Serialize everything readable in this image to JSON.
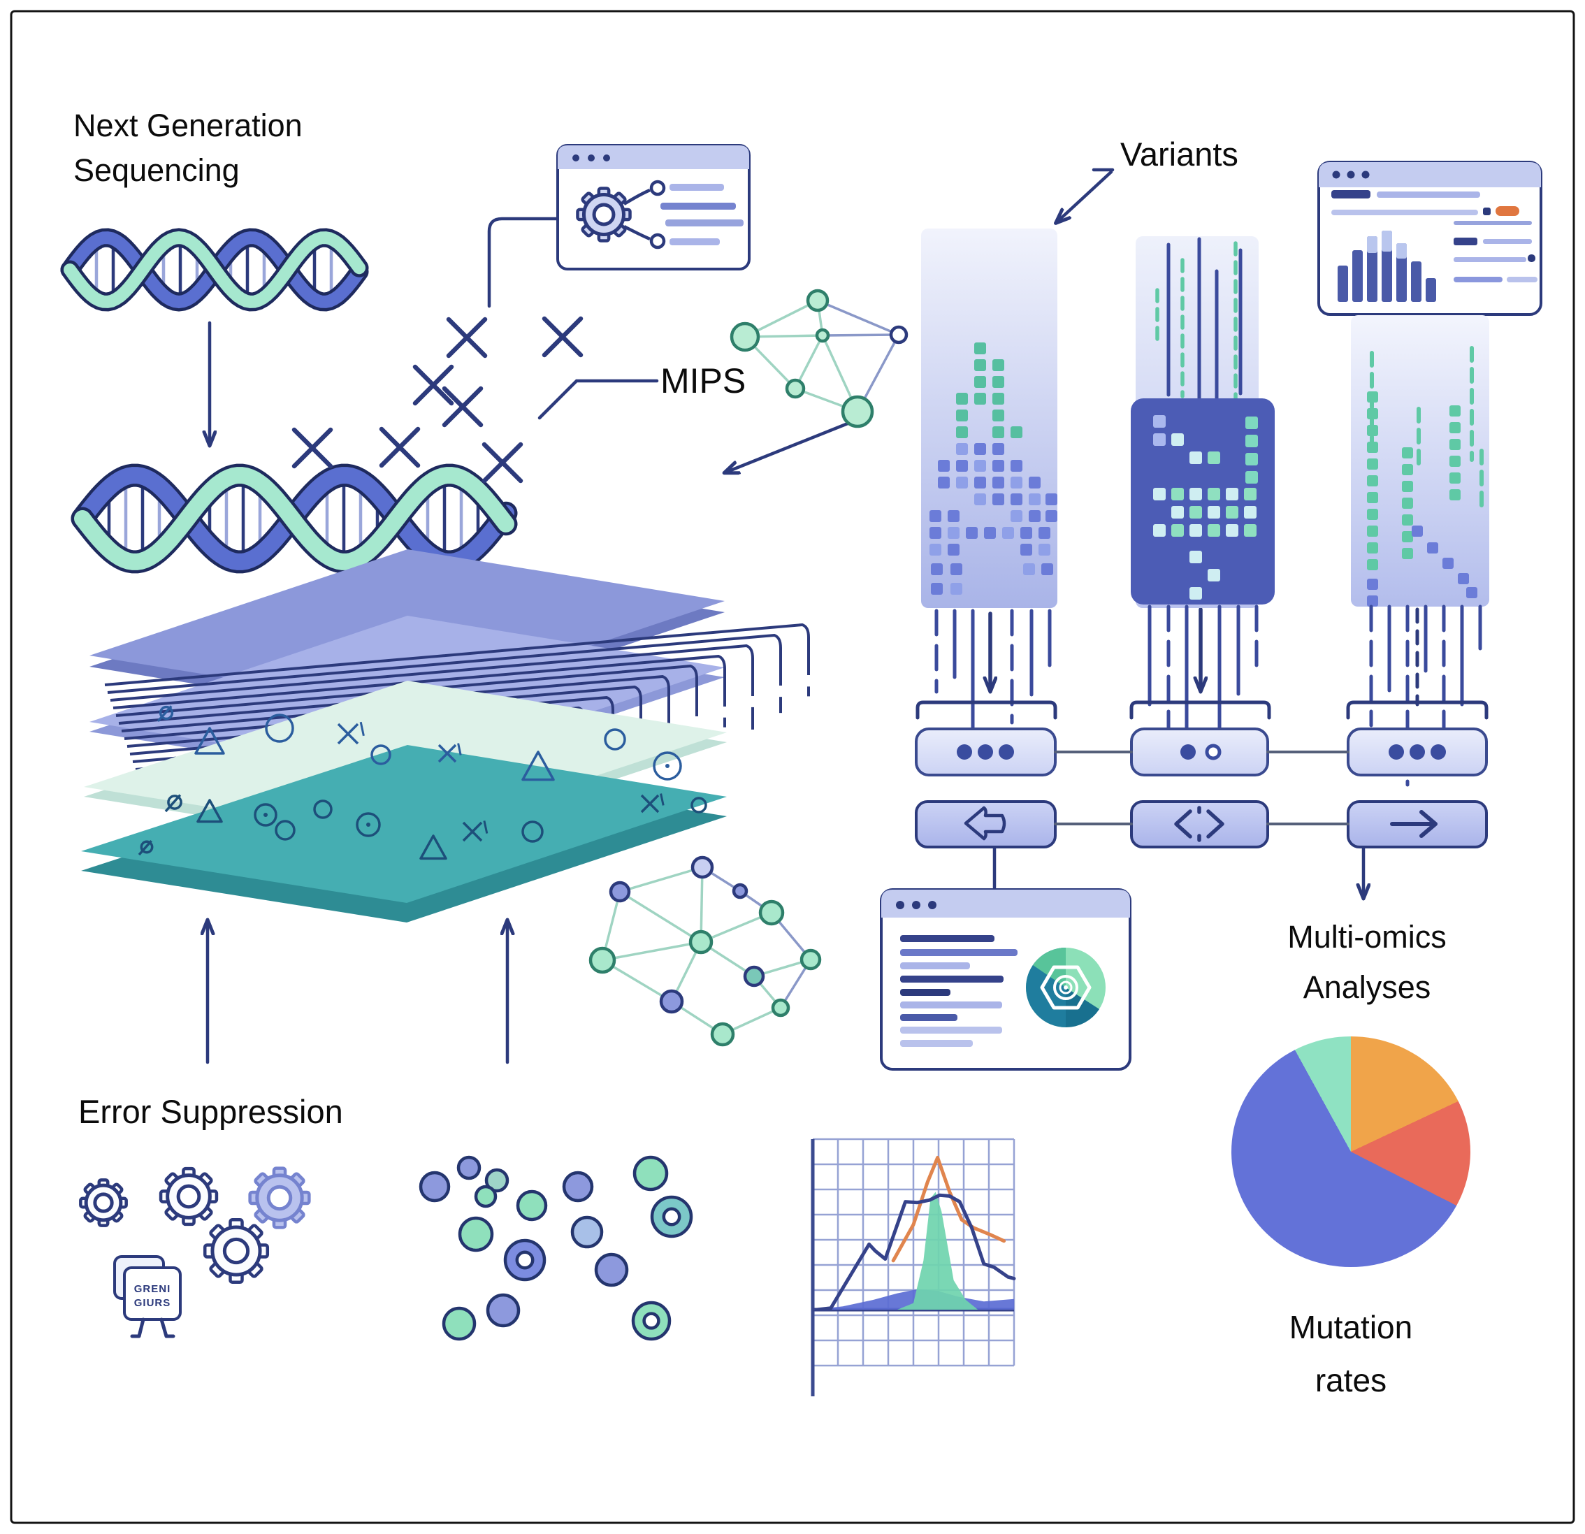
{
  "labels": {
    "ngs_line1": "Next Generation",
    "ngs_line2": "Sequencing",
    "mips": "MIPS",
    "variants": "Variants",
    "error_suppression": "Error Suppression",
    "multiomics_line1": "Multi-omics",
    "multiomics_line2": "Analyses",
    "mutation_line1": "Mutation",
    "mutation_line2": "rates"
  },
  "sign": {
    "line1": "GRENI",
    "line2": "GIURS"
  },
  "colors": {
    "accent_navy": "#2c3a7c",
    "periwinkle_plate": "#8c98da",
    "lavender_plate": "#a7b1e8",
    "mint_plate": "#def2e9",
    "teal_plate": "#45aeb2",
    "dna_blue": "#5a6fd0",
    "dna_teal": "#a6e8cf",
    "window_header": "#c4ccf0",
    "dark_panel": "#4c5cb5",
    "orange_accent": "#e0763f",
    "pie_orange": "#f0a44a",
    "pie_coral": "#e96a5a",
    "pie_blue": "#6372d8",
    "pie_mint": "#8fe2c2"
  },
  "chart_data": [
    {
      "type": "pie",
      "title": "Mutation rates",
      "legend": "none",
      "slices": [
        {
          "name": "orange-slice",
          "color": "#f0a44a",
          "value": 18
        },
        {
          "name": "coral-slice",
          "color": "#e96a5a",
          "value": 14.5
        },
        {
          "name": "blue-slice",
          "color": "#6372d8",
          "value": 59.5
        },
        {
          "name": "mint-slice",
          "color": "#8fe2c2",
          "value": 8
        }
      ]
    },
    {
      "type": "area",
      "name": "coverage-thumbnail-chart",
      "grid": true,
      "series": [
        {
          "name": "blue-area",
          "kind": "area",
          "color": "#5b6cd4",
          "points": [
            [
              0,
              0
            ],
            [
              0.15,
              0.02
            ],
            [
              0.3,
              0.06
            ],
            [
              0.42,
              0.1
            ],
            [
              0.52,
              0.125
            ],
            [
              0.62,
              0.115
            ],
            [
              0.72,
              0.08
            ],
            [
              0.85,
              0.05
            ],
            [
              1,
              0.065
            ]
          ]
        },
        {
          "name": "green-area",
          "kind": "area",
          "color": "#6fd4ae",
          "points": [
            [
              0.42,
              0
            ],
            [
              0.5,
              0.04
            ],
            [
              0.55,
              0.3
            ],
            [
              0.585,
              0.68
            ],
            [
              0.61,
              0.72
            ],
            [
              0.64,
              0.6
            ],
            [
              0.7,
              0.18
            ],
            [
              0.76,
              0.06
            ],
            [
              0.82,
              0
            ]
          ]
        },
        {
          "name": "orange-line",
          "kind": "line",
          "color": "#e0854e",
          "points": [
            [
              0.4,
              0.3
            ],
            [
              0.5,
              0.52
            ],
            [
              0.57,
              0.78
            ],
            [
              0.62,
              0.93
            ],
            [
              0.68,
              0.72
            ],
            [
              0.74,
              0.55
            ],
            [
              0.8,
              0.5
            ],
            [
              0.88,
              0.46
            ],
            [
              0.95,
              0.42
            ]
          ]
        },
        {
          "name": "navy-line",
          "kind": "line",
          "color": "#35428a",
          "points": [
            [
              0.02,
              0
            ],
            [
              0.09,
              0.01
            ],
            [
              0.28,
              0.4
            ],
            [
              0.31,
              0.36
            ],
            [
              0.36,
              0.31
            ],
            [
              0.46,
              0.66
            ],
            [
              0.52,
              0.655
            ],
            [
              0.58,
              0.67
            ],
            [
              0.63,
              0.7
            ],
            [
              0.68,
              0.695
            ],
            [
              0.73,
              0.66
            ],
            [
              0.79,
              0.5
            ],
            [
              0.85,
              0.28
            ],
            [
              0.9,
              0.26
            ],
            [
              0.97,
              0.2
            ],
            [
              1,
              0.19
            ]
          ]
        }
      ]
    },
    {
      "type": "bar",
      "name": "report-thumbnail-bars",
      "values": [
        52,
        74,
        94,
        102,
        84,
        58,
        34
      ],
      "caps": [
        0,
        0,
        24,
        30,
        22,
        0,
        0
      ],
      "bar_color": "#4a5aa8",
      "cap_color": "#b9c6ee"
    }
  ]
}
